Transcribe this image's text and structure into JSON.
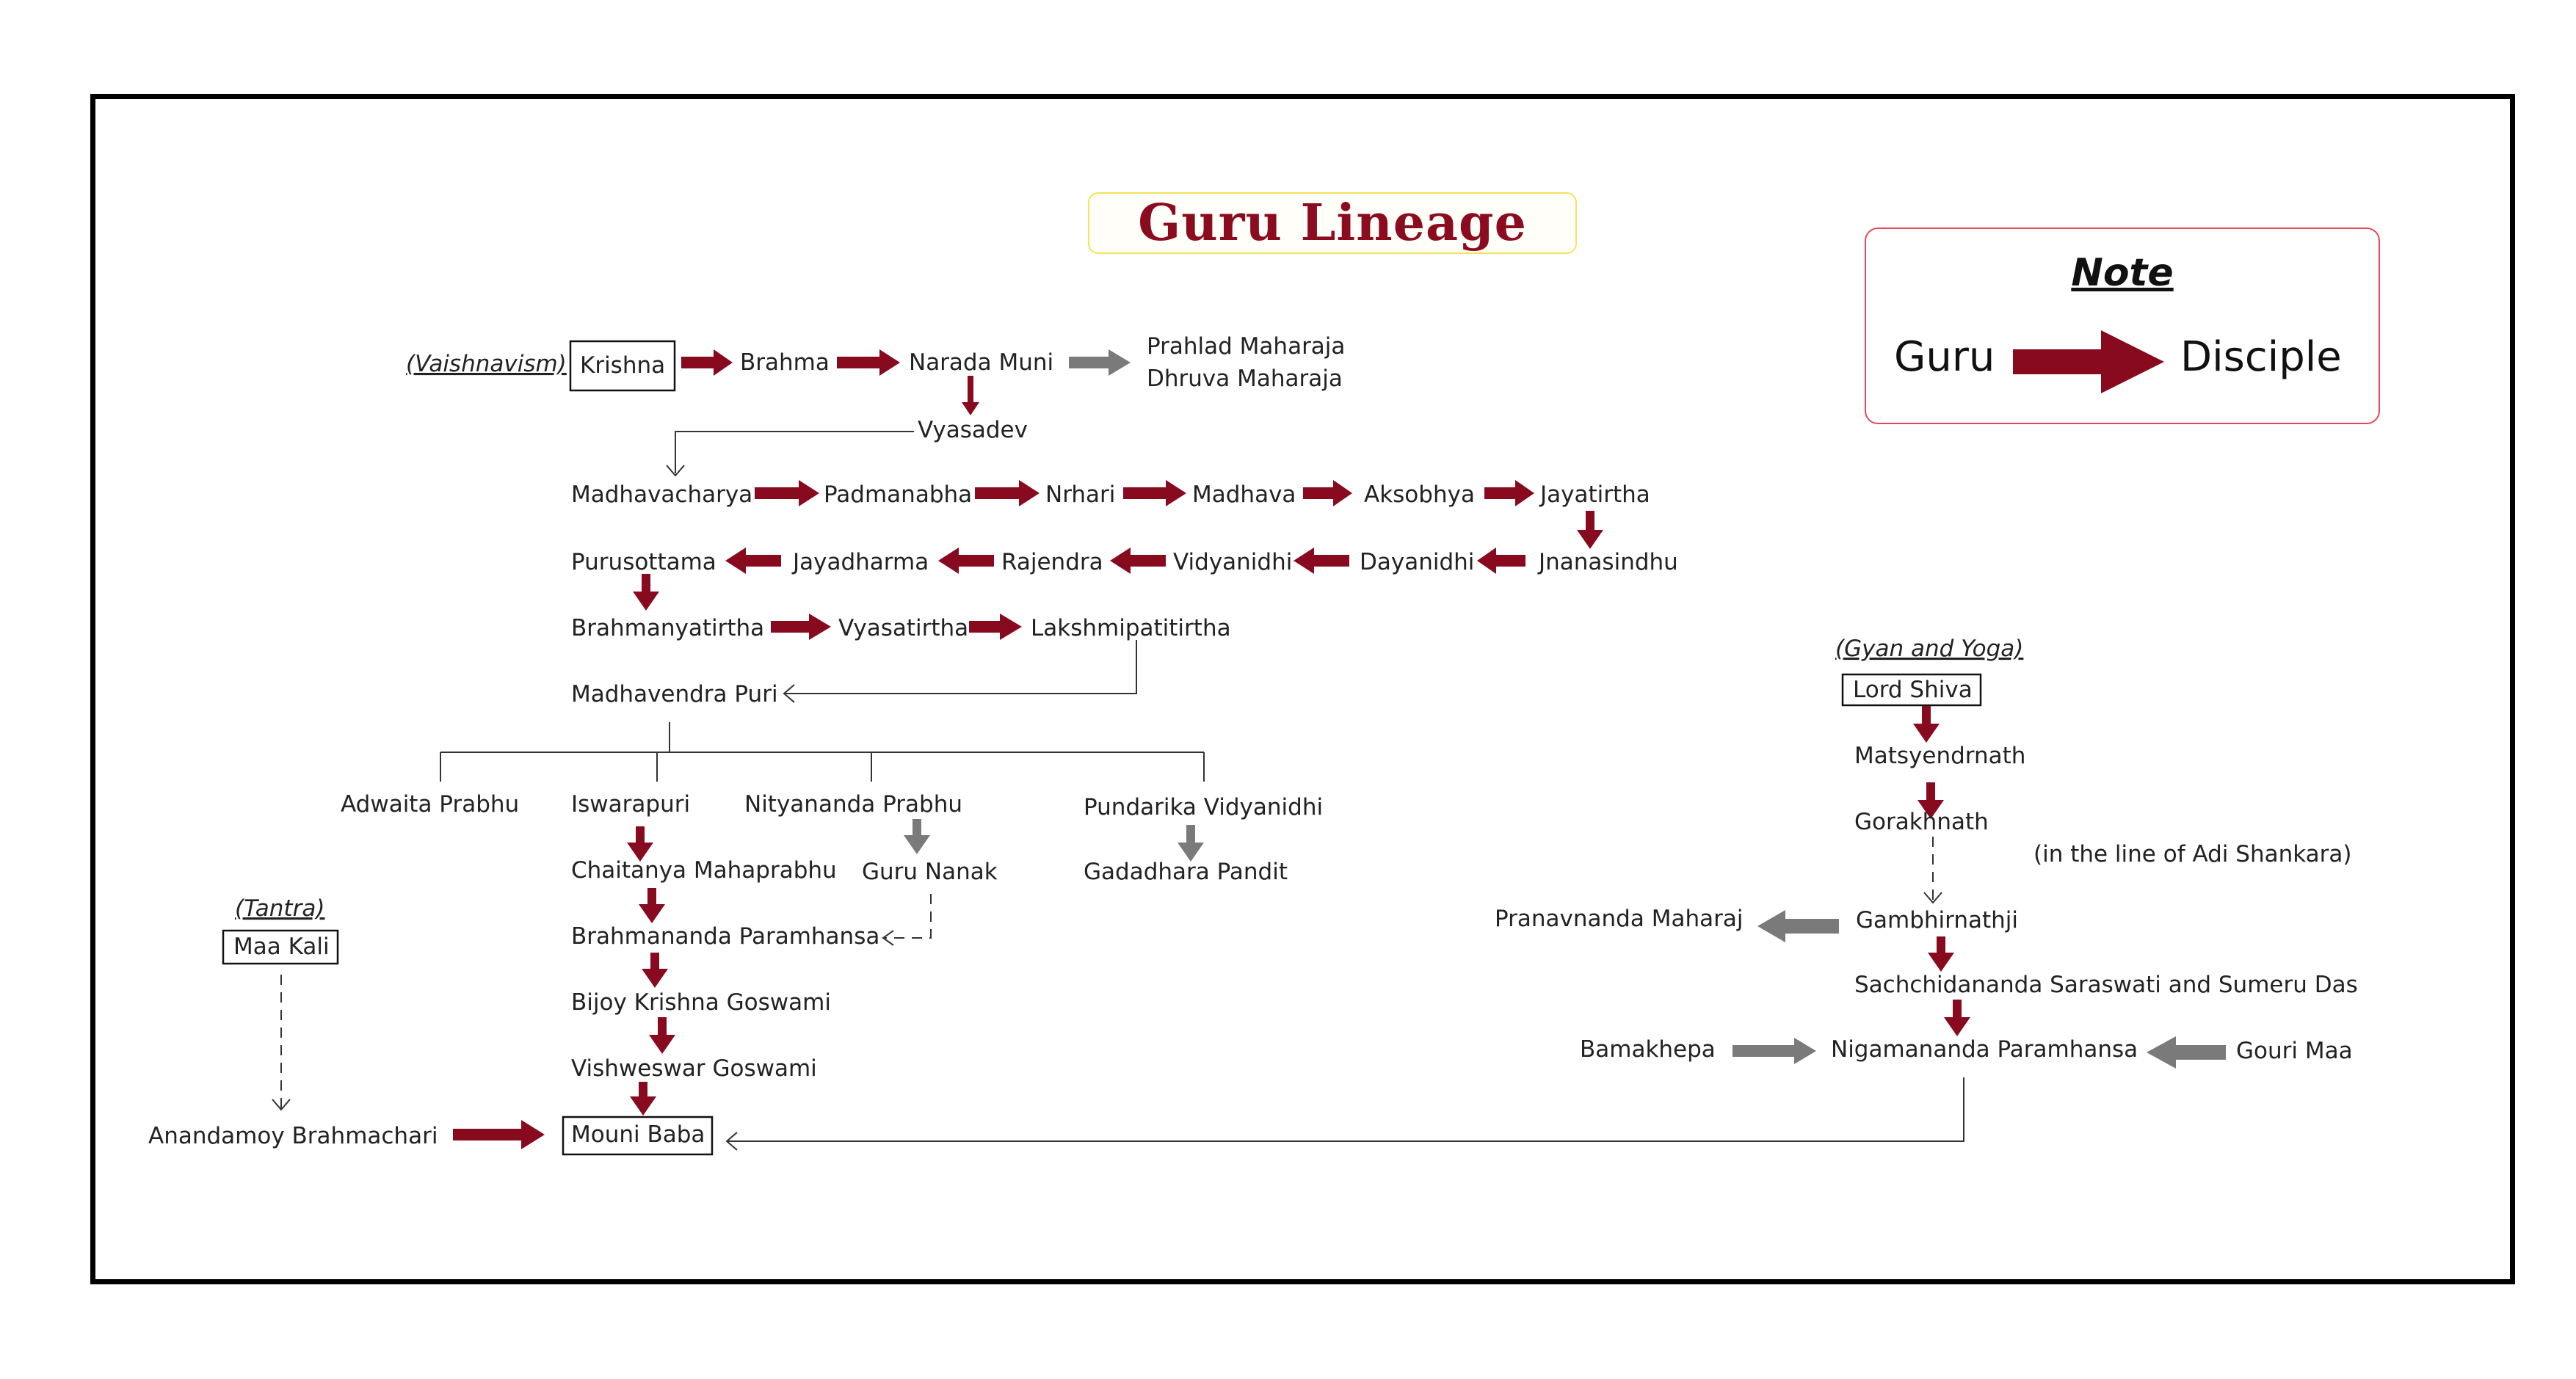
{
  "title": "Guru Lineage",
  "note": {
    "heading": "Note",
    "guru_label": "Guru",
    "disciple_label": "Disciple"
  },
  "colors": {
    "guru_arrow": "#880a1e",
    "other_arrow": "#7a7a7a",
    "title": "#8b0b1f"
  },
  "tags": {
    "vaishnavism": "(Vaishnavism)",
    "tantra": "(Tantra)",
    "gyan_yoga": "(Gyan and Yoga)",
    "adi_shankara": "(in the line of Adi Shankara)"
  },
  "nodes": {
    "krishna": "Krishna",
    "brahma": "Brahma",
    "narada": "Narada Muni",
    "prahlad": "Prahlad Maharaja",
    "dhruva": "Dhruva Maharaja",
    "vyasadev": "Vyasadev",
    "madhavacharya": "Madhavacharya",
    "padmanabha": "Padmanabha",
    "nrhari": "Nrhari",
    "madhava": "Madhava",
    "aksobhya": "Aksobhya",
    "jayatirtha": "Jayatirtha",
    "jnanasindhu": "Jnanasindhu",
    "dayanidhi": "Dayanidhi",
    "vidyanidhi": "Vidyanidhi",
    "rajendra": "Rajendra",
    "jayadharma": "Jayadharma",
    "purusottama": "Purusottama",
    "brahmanyatirtha": "Brahmanyatirtha",
    "vyasatirtha": "Vyasatirtha",
    "lakshmipatitirtha": "Lakshmipatitirtha",
    "madhavendra": "Madhavendra Puri",
    "adwaita": "Adwaita Prabhu",
    "iswarapuri": "Iswarapuri",
    "nityananda": "Nityananda Prabhu",
    "pundarika": "Pundarika Vidyanidhi",
    "chaitanya": "Chaitanya Mahaprabhu",
    "guru_nanak": "Guru Nanak",
    "gadadhara": "Gadadhara Pandit",
    "brahmananda": "Brahmananda Paramhansa",
    "bijoy": "Bijoy Krishna Goswami",
    "vishweswar": "Vishweswar Goswami",
    "mouni": "Mouni Baba",
    "maa_kali": "Maa Kali",
    "anandamoy": "Anandamoy Brahmachari",
    "lord_shiva": "Lord Shiva",
    "matsyendrnath": "Matsyendrnath",
    "gorakhnath": "Gorakhnath",
    "gambhirnathji": "Gambhirnathji",
    "pranavnanda": "Pranavnanda Maharaj",
    "sachchidananda": "Sachchidananda Saraswati and Sumeru Das",
    "bamakhepa": "Bamakhepa",
    "nigamananda": "Nigamananda Paramhansa",
    "gouri_maa": "Gouri Maa"
  }
}
